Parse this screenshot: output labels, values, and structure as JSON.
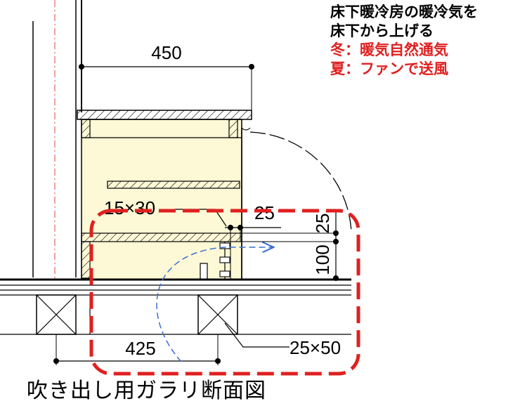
{
  "notes": {
    "line1": "床下暖冷房の暖冷気を",
    "line2": "床下から上げる",
    "line3": "冬：暖気自然通気",
    "line4": "夏：ファンで送風"
  },
  "dimensions": {
    "width_top": "450",
    "member_a": "15×30",
    "gap": "25",
    "vertical_small": "25",
    "vertical_large": "100",
    "width_bottom": "425",
    "member_b": "25×50"
  },
  "caption": "吹き出し用ガラリ断面図",
  "colors": {
    "ink": "#000000",
    "wood_fill": "#fdf8d5",
    "highlight": "#e02020",
    "airflow": "#3b6fd6"
  }
}
